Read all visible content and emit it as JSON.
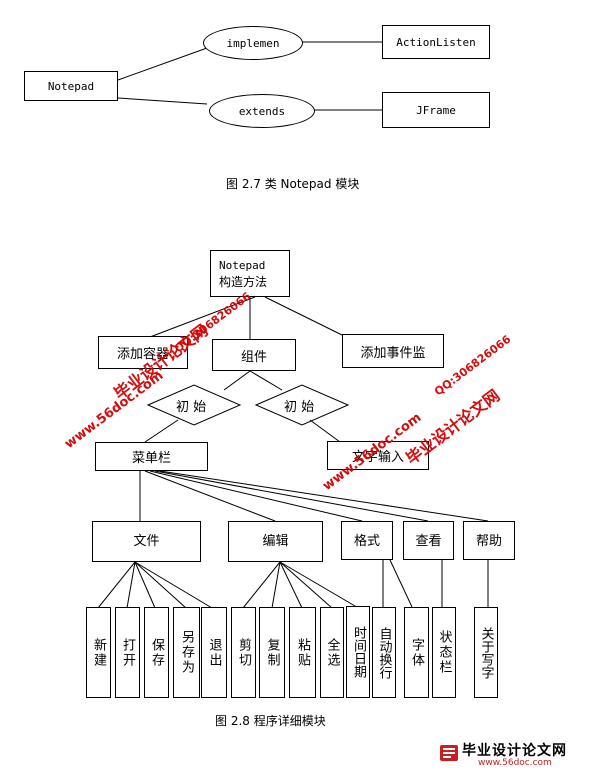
{
  "class_diagram": {
    "class": "Notepad",
    "relation_implements": "implemen",
    "relation_extends": "extends",
    "interface": "ActionListen",
    "superclass": "JFrame",
    "caption": "图 2.7   类 Notepad 模块"
  },
  "detail_diagram": {
    "root_line1": "Notepad",
    "root_line2": "构造方法",
    "container": "添加容器",
    "components": "组件",
    "event": "添加事件监",
    "init_left": "初 始",
    "init_right": "初 始",
    "menubar": "菜单栏",
    "text_input": "文字输入",
    "menus": [
      "文件",
      "编辑",
      "格式",
      "查看",
      "帮助"
    ],
    "file_items": [
      "新建",
      "打开",
      "保存",
      "另存为",
      "退出"
    ],
    "edit_items": [
      "剪切",
      "复制",
      "粘贴",
      "全选",
      "时间日期"
    ],
    "format_items": [
      "自动换行",
      "字体"
    ],
    "view_items": [
      "状态栏"
    ],
    "help_items": [
      "关于写字"
    ],
    "caption": "图 2.8   程序详细模块"
  },
  "watermarks": {
    "brand": "毕业设计论文网",
    "site": "www.56doc.com",
    "qq": "QQ:306826066",
    "footer_site": "www.56doc.com"
  },
  "colors": {
    "watermark": "#d40000",
    "line": "#000000"
  }
}
